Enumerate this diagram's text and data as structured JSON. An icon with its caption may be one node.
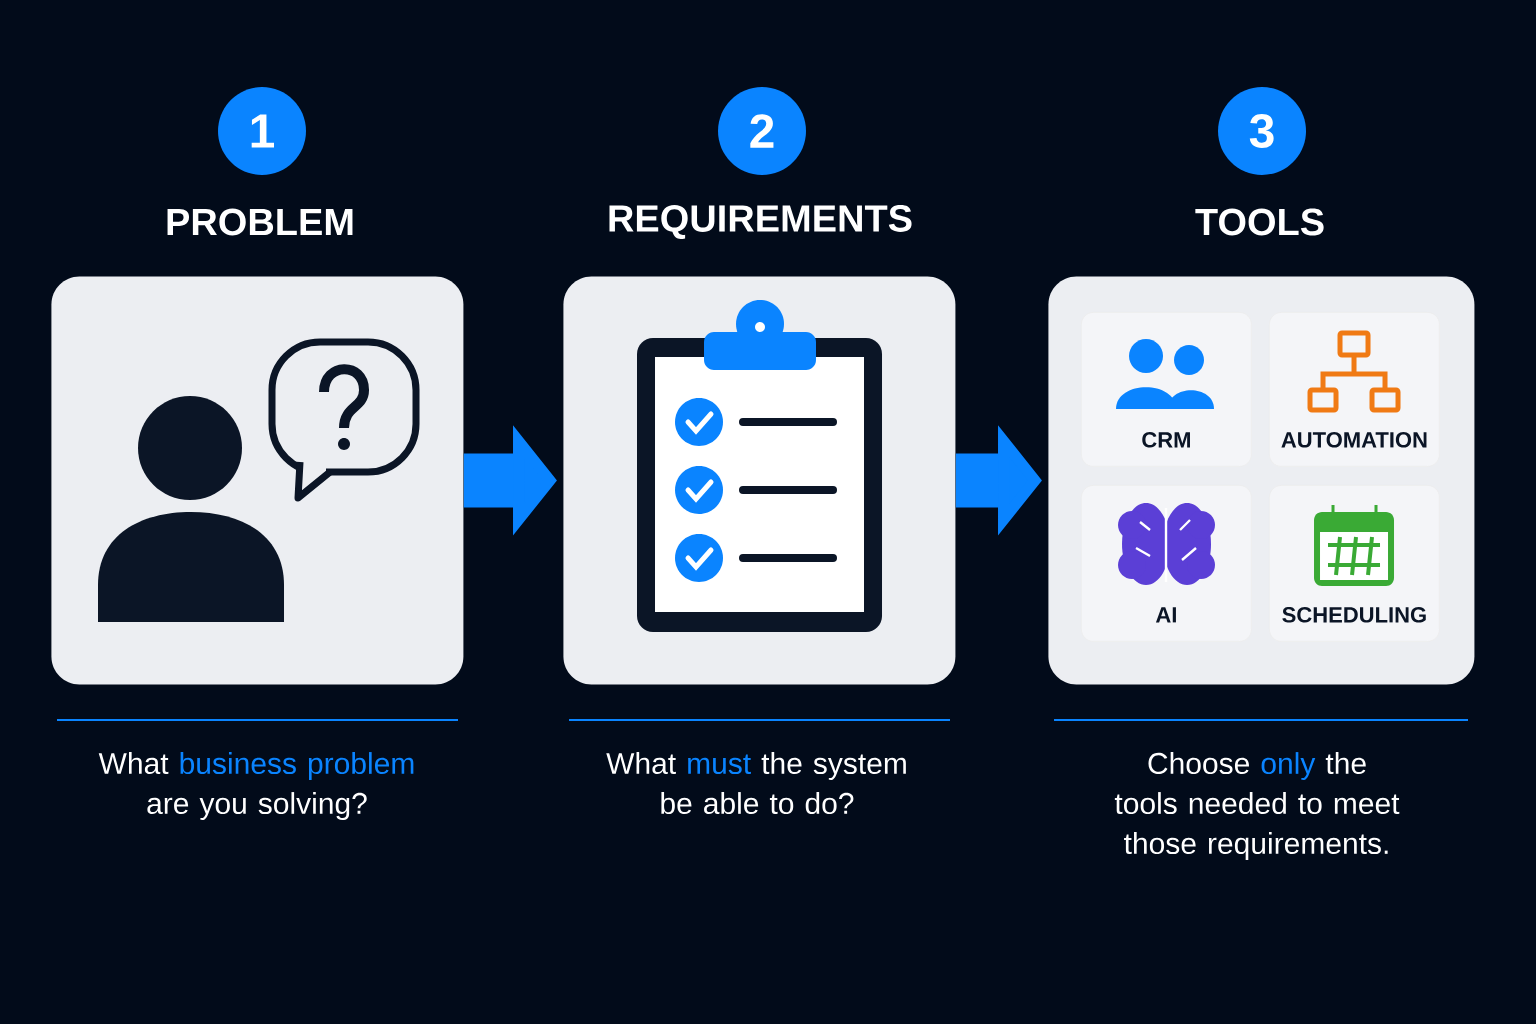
{
  "diagram": {
    "nodes": [
      {
        "text": [
          "1"
        ]
      },
      {
        "text": [
          "PROBLEM"
        ],
        "beside": [
          "What **business problem** are you solving?"
        ]
      },
      {
        "text": [
          "2"
        ]
      },
      {
        "text": [
          "REQUIREMENTS"
        ],
        "beside": [
          "What **must** the system be able to do?"
        ]
      },
      {
        "text": [
          "3"
        ]
      },
      {
        "text": [
          "TOOLS"
        ],
        "beside": [
          "Choose **only** the tools needed to meet those requirements."
        ]
      },
      {
        "text": [
          "CRM"
        ],
        "in": 5
      },
      {
        "text": [
          "AUTOMATION"
        ],
        "in": 5
      },
      {
        "text": [
          "AI"
        ],
        "in": 5
      },
      {
        "text": [
          "SCHEDULING"
        ],
        "in": 5
      }
    ],
    "edges": [
      {
        "from": 1,
        "to": 3,
        "arrow": "to"
      },
      {
        "from": 3,
        "to": 5,
        "arrow": "to"
      }
    ]
  }
}
